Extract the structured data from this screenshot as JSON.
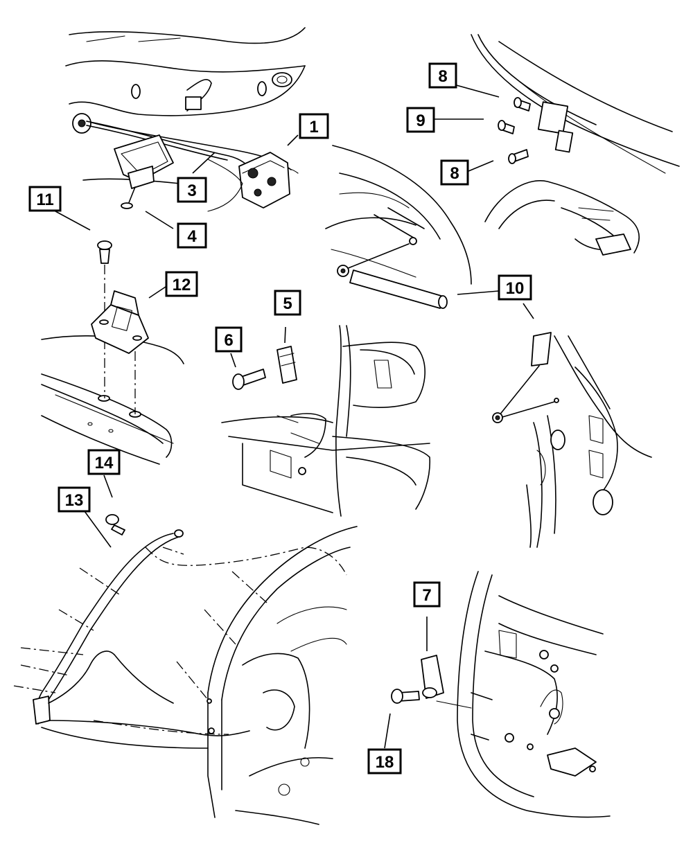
{
  "colors": {
    "line": "#000000",
    "background": "#ffffff"
  },
  "callouts": {
    "c1": "1",
    "c3": "3",
    "c4": "4",
    "c5": "5",
    "c6": "6",
    "c7": "7",
    "c8a": "8",
    "c8b": "8",
    "c9": "9",
    "c10": "10",
    "c11": "11",
    "c12": "12",
    "c13": "13",
    "c14": "14",
    "c18": "18"
  }
}
